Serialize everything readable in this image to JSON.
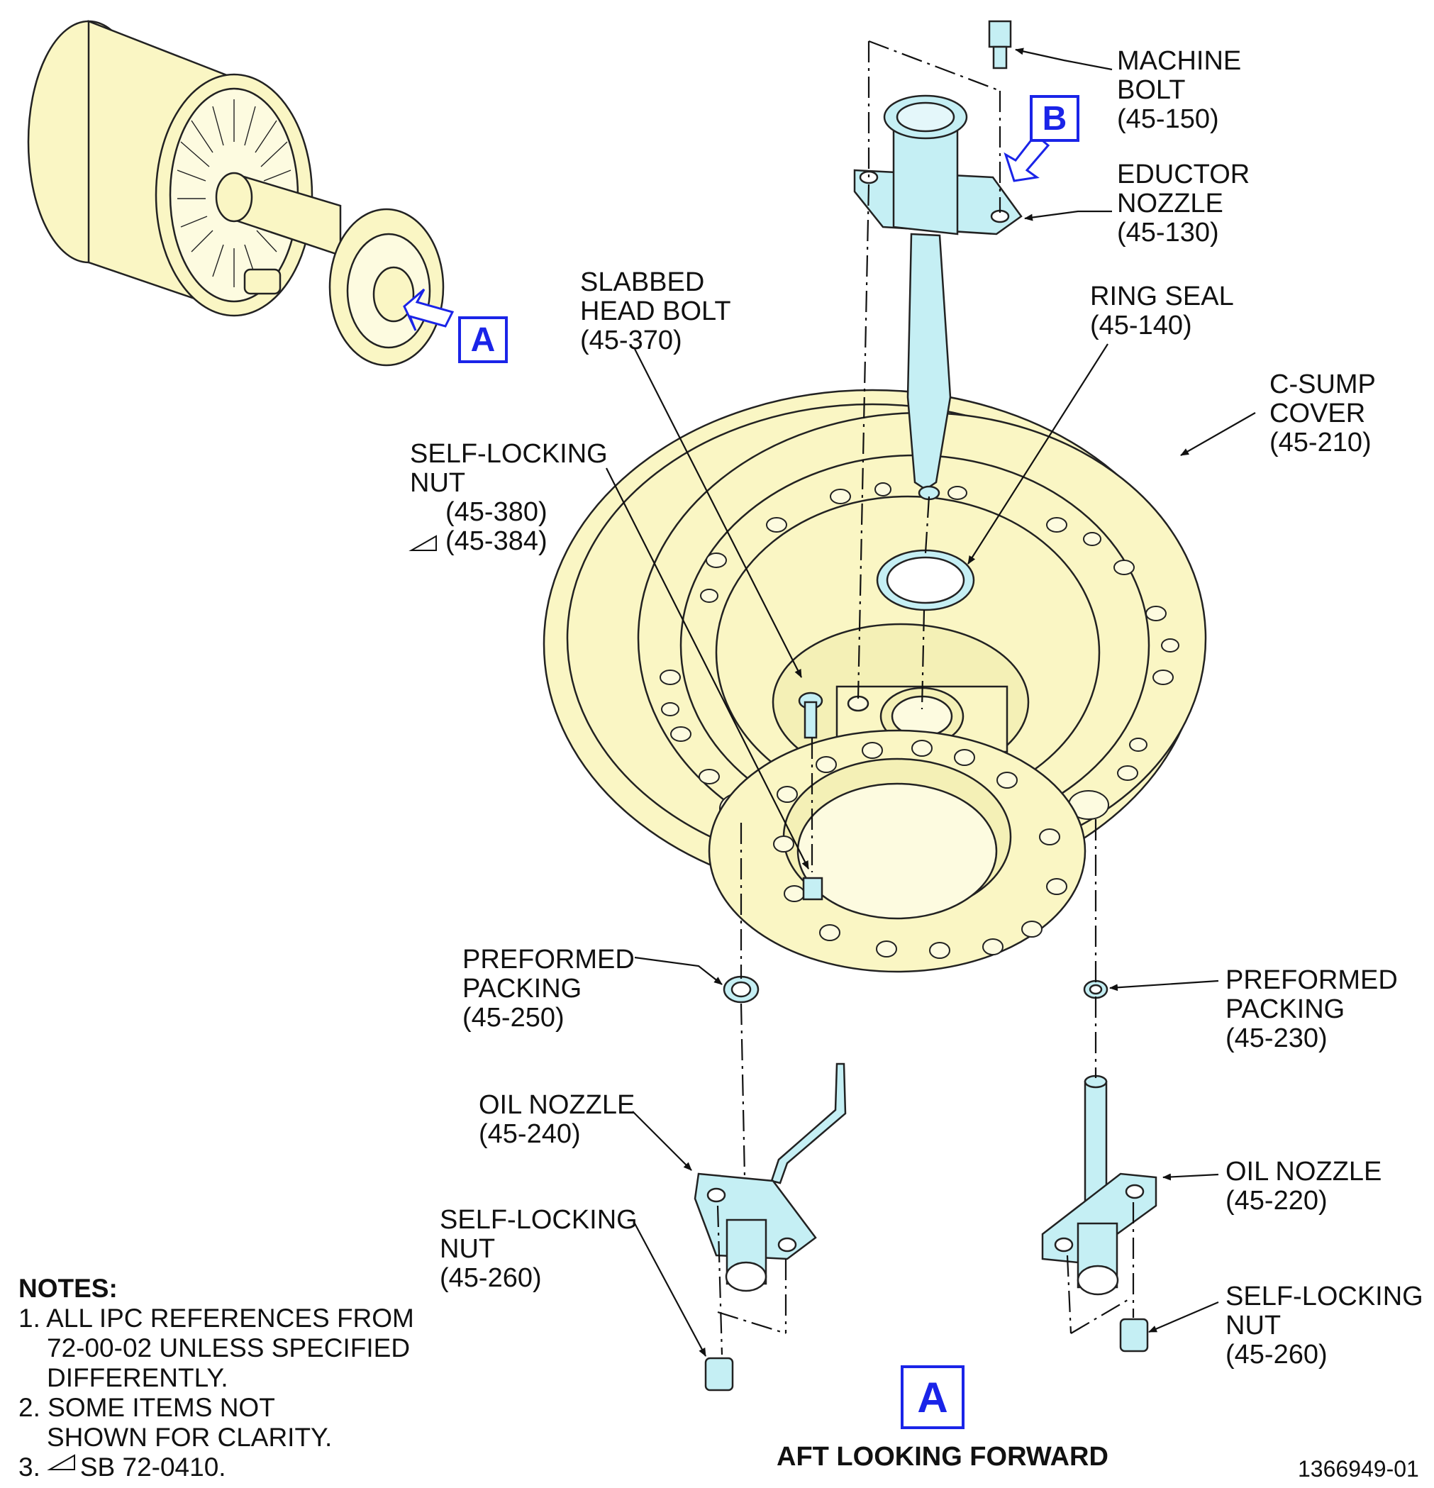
{
  "labels": {
    "machine_bolt": [
      "MACHINE",
      "BOLT",
      "(45-150)"
    ],
    "eductor_nozzle": [
      "EDUCTOR",
      "NOZZLE",
      "(45-130)"
    ],
    "ring_seal": [
      "RING SEAL",
      "(45-140)"
    ],
    "slabbed_head_bolt": [
      "SLABBED",
      "HEAD BOLT",
      "(45-370)"
    ],
    "c_sump_cover": [
      "C-SUMP",
      "COVER",
      "(45-210)"
    ],
    "self_locking_nut_top": [
      "SELF-LOCKING",
      "NUT",
      "(45-380)",
      "(45-384)"
    ],
    "preformed_packing_left": [
      "PREFORMED",
      "PACKING",
      "(45-250)"
    ],
    "preformed_packing_right": [
      "PREFORMED",
      "PACKING",
      "(45-230)"
    ],
    "oil_nozzle_left": [
      "OIL NOZZLE",
      "(45-240)"
    ],
    "oil_nozzle_right": [
      "OIL NOZZLE",
      "(45-220)"
    ],
    "self_locking_nut_left": [
      "SELF-LOCKING",
      "NUT",
      "(45-260)"
    ],
    "self_locking_nut_right": [
      "SELF-LOCKING",
      "NUT",
      "(45-260)"
    ]
  },
  "callouts": {
    "engine_view": "A",
    "eductor_detail": "B",
    "main_view": "A"
  },
  "notes": {
    "heading": "NOTES:",
    "items": [
      [
        "1. ALL IPC REFERENCES FROM",
        "72-00-02 UNLESS SPECIFIED",
        "DIFFERENTLY."
      ],
      [
        "2. SOME ITEMS NOT",
        "SHOWN FOR CLARITY."
      ],
      [
        "3.",
        "SB 72-0410."
      ]
    ]
  },
  "view_title": "AFT LOOKING FORWARD",
  "figure_number": "1366949-01",
  "colors": {
    "part_fill": "#faf6c4",
    "nozzle_fill": "#c5eff4",
    "callout": "#1a24e8",
    "line": "#1a1a1a"
  }
}
